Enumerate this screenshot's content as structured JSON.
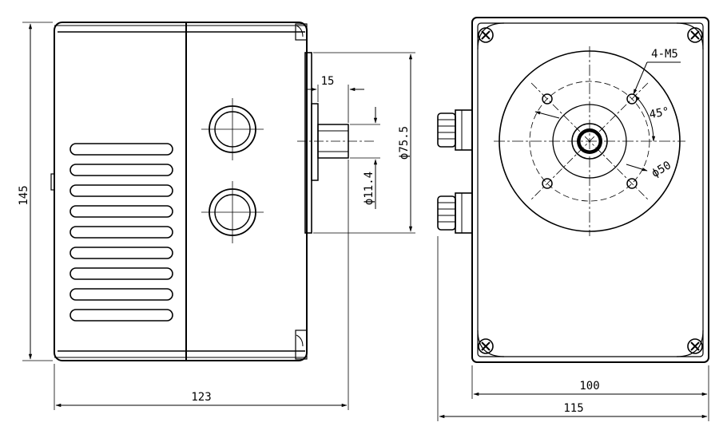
{
  "dimensions": {
    "overall_height": "145",
    "overall_width_side": "123",
    "shaft_offset": "15",
    "flange_diameter": "ϕ75.5",
    "shaft_diameter": "ϕ11.4",
    "front_inner_width": "100",
    "front_overall_width": "115",
    "bolt_holes": "4-M5",
    "bolt_angle": "45°",
    "bolt_circle": "ϕ50"
  }
}
